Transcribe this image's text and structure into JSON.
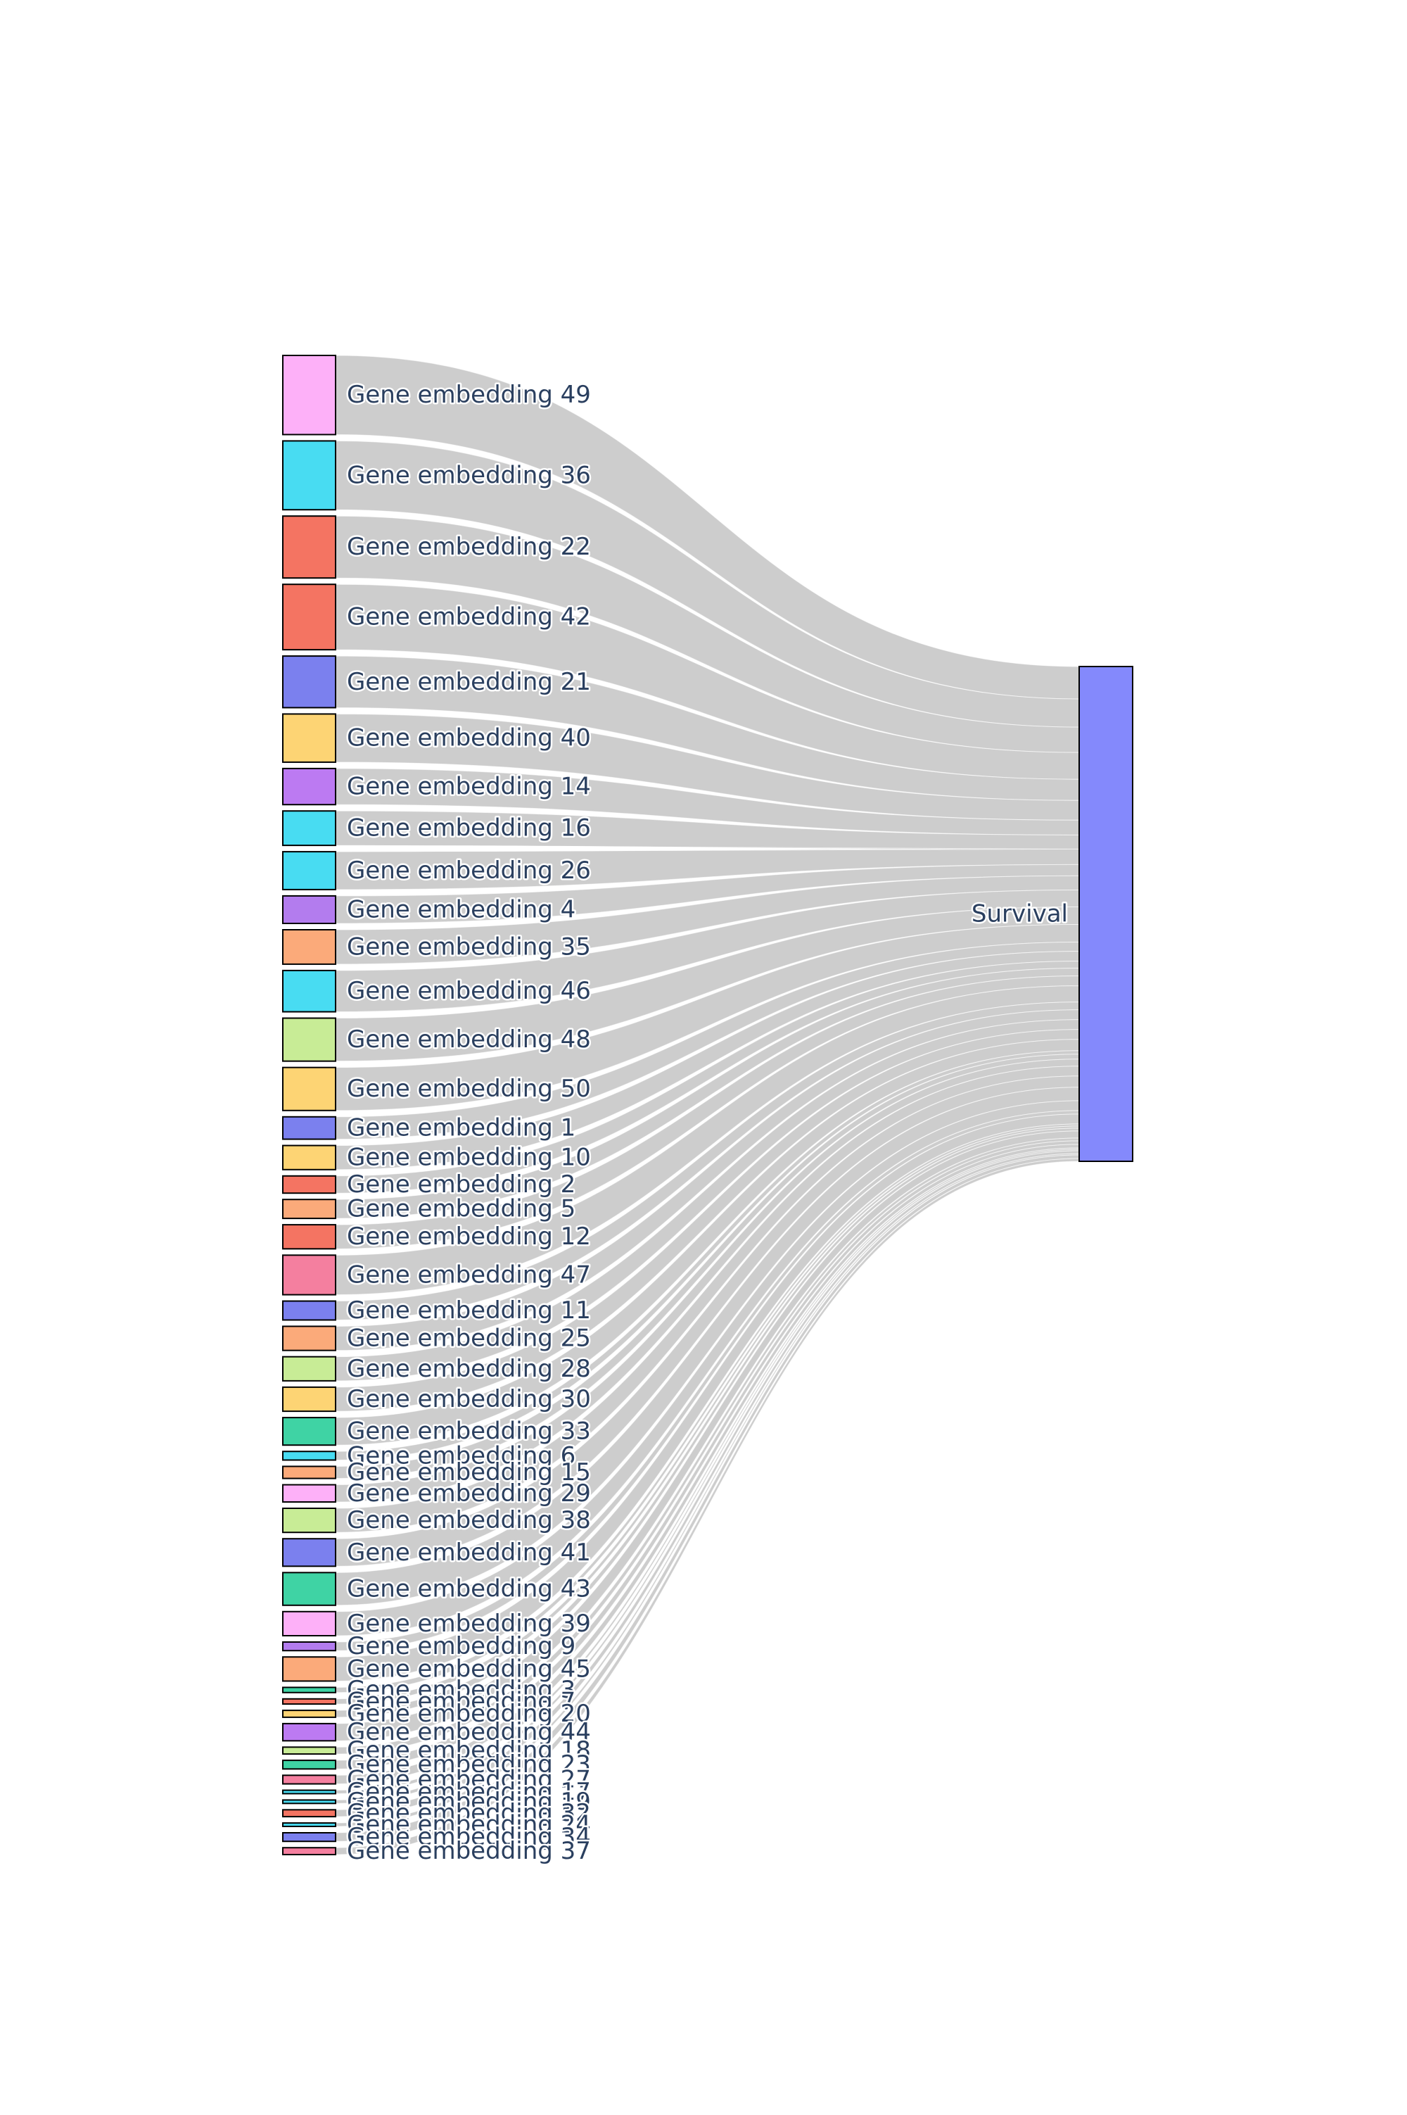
{
  "chart_data": {
    "type": "sankey",
    "target": {
      "label": "Survival",
      "color": "#8489fc"
    },
    "link_color": "#c8c8c8",
    "node_border_color": "#000000",
    "nodes": [
      {
        "label": "Gene embedding 49",
        "value": 46,
        "color": "#fdb0f8"
      },
      {
        "label": "Gene embedding 36",
        "value": 40,
        "color": "#48dcf2"
      },
      {
        "label": "Gene embedding 22",
        "value": 36,
        "color": "#f47462"
      },
      {
        "label": "Gene embedding 42",
        "value": 38,
        "color": "#f47462"
      },
      {
        "label": "Gene embedding 21",
        "value": 30,
        "color": "#7b80ee"
      },
      {
        "label": "Gene embedding 40",
        "value": 28,
        "color": "#fdd474"
      },
      {
        "label": "Gene embedding 14",
        "value": 21,
        "color": "#bc7af2"
      },
      {
        "label": "Gene embedding 16",
        "value": 20,
        "color": "#48dcf2"
      },
      {
        "label": "Gene embedding 26",
        "value": 22,
        "color": "#48dcf2"
      },
      {
        "label": "Gene embedding 4",
        "value": 16,
        "color": "#b37cee"
      },
      {
        "label": "Gene embedding 35",
        "value": 20,
        "color": "#fbaa7a"
      },
      {
        "label": "Gene embedding 46",
        "value": 24,
        "color": "#48dcf2"
      },
      {
        "label": "Gene embedding 48",
        "value": 25,
        "color": "#c8ec96"
      },
      {
        "label": "Gene embedding 50",
        "value": 25,
        "color": "#fdd474"
      },
      {
        "label": "Gene embedding 1",
        "value": 13,
        "color": "#7b80ee"
      },
      {
        "label": "Gene embedding 10",
        "value": 14,
        "color": "#fdd474"
      },
      {
        "label": "Gene embedding 2",
        "value": 10,
        "color": "#f47462"
      },
      {
        "label": "Gene embedding 5",
        "value": 11,
        "color": "#fbaa7a"
      },
      {
        "label": "Gene embedding 12",
        "value": 14,
        "color": "#f47462"
      },
      {
        "label": "Gene embedding 47",
        "value": 23,
        "color": "#f47f9f"
      },
      {
        "label": "Gene embedding 11",
        "value": 11,
        "color": "#7b80ee"
      },
      {
        "label": "Gene embedding 25",
        "value": 14,
        "color": "#fbaa7a"
      },
      {
        "label": "Gene embedding 28",
        "value": 14,
        "color": "#c8ec96"
      },
      {
        "label": "Gene embedding 30",
        "value": 14,
        "color": "#fdd474"
      },
      {
        "label": "Gene embedding 33",
        "value": 16,
        "color": "#3fd3a4"
      },
      {
        "label": "Gene embedding 6",
        "value": 5,
        "color": "#48dcf2"
      },
      {
        "label": "Gene embedding 15",
        "value": 7,
        "color": "#fbaa7a"
      },
      {
        "label": "Gene embedding 29",
        "value": 10,
        "color": "#fdb0f8"
      },
      {
        "label": "Gene embedding 38",
        "value": 14,
        "color": "#c8ec96"
      },
      {
        "label": "Gene embedding 41",
        "value": 16,
        "color": "#7b80ee"
      },
      {
        "label": "Gene embedding 43",
        "value": 19,
        "color": "#3fd3a4"
      },
      {
        "label": "Gene embedding 39",
        "value": 14,
        "color": "#fdb0f8"
      },
      {
        "label": "Gene embedding 9",
        "value": 5,
        "color": "#b37cee"
      },
      {
        "label": "Gene embedding 45",
        "value": 14,
        "color": "#fbaa7a"
      },
      {
        "label": "Gene embedding 3",
        "value": 3,
        "color": "#3fd3a4"
      },
      {
        "label": "Gene embedding 7",
        "value": 3,
        "color": "#f47462"
      },
      {
        "label": "Gene embedding 20",
        "value": 4,
        "color": "#fdd474"
      },
      {
        "label": "Gene embedding 44",
        "value": 10,
        "color": "#bc7af2"
      },
      {
        "label": "Gene embedding 18",
        "value": 4,
        "color": "#c8ec96"
      },
      {
        "label": "Gene embedding 23",
        "value": 5,
        "color": "#3fd3a4"
      },
      {
        "label": "Gene embedding 27",
        "value": 5,
        "color": "#f47f9f"
      },
      {
        "label": "Gene embedding 17",
        "value": 2,
        "color": "#48dcf2"
      },
      {
        "label": "Gene embedding 19",
        "value": 2,
        "color": "#48dcf2"
      },
      {
        "label": "Gene embedding 32",
        "value": 4,
        "color": "#f47462"
      },
      {
        "label": "Gene embedding 24",
        "value": 2,
        "color": "#48dcf2"
      },
      {
        "label": "Gene embedding 34",
        "value": 5,
        "color": "#7b80ee"
      },
      {
        "label": "Gene embedding 37",
        "value": 4,
        "color": "#f47f9f"
      }
    ]
  }
}
